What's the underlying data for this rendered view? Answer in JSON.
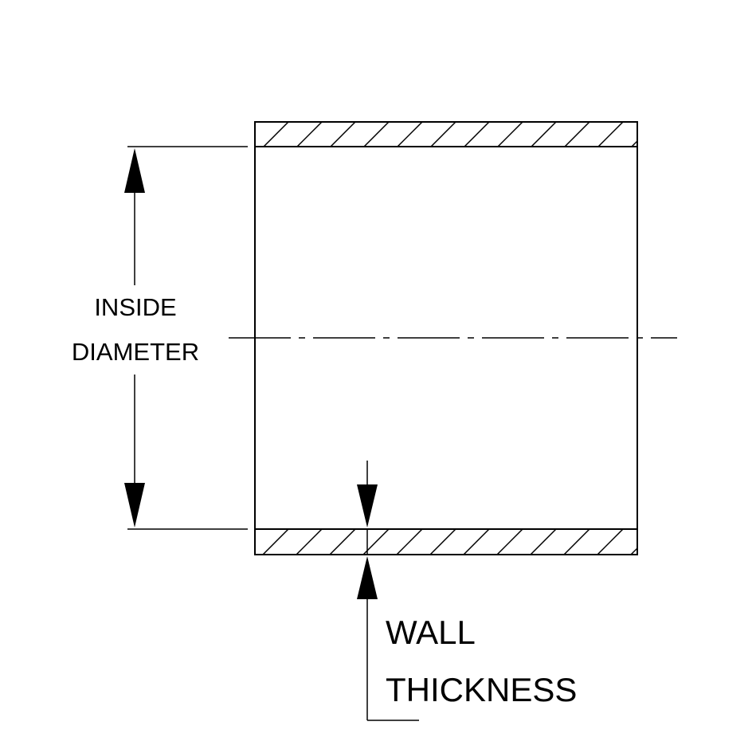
{
  "labels": {
    "inside_diameter_line1": "INSIDE",
    "inside_diameter_line2": "DIAMETER",
    "wall_thickness_line1": "WALL",
    "wall_thickness_line2": "THICKNESS"
  },
  "colors": {
    "background": "#ffffff",
    "line": "#000000"
  }
}
